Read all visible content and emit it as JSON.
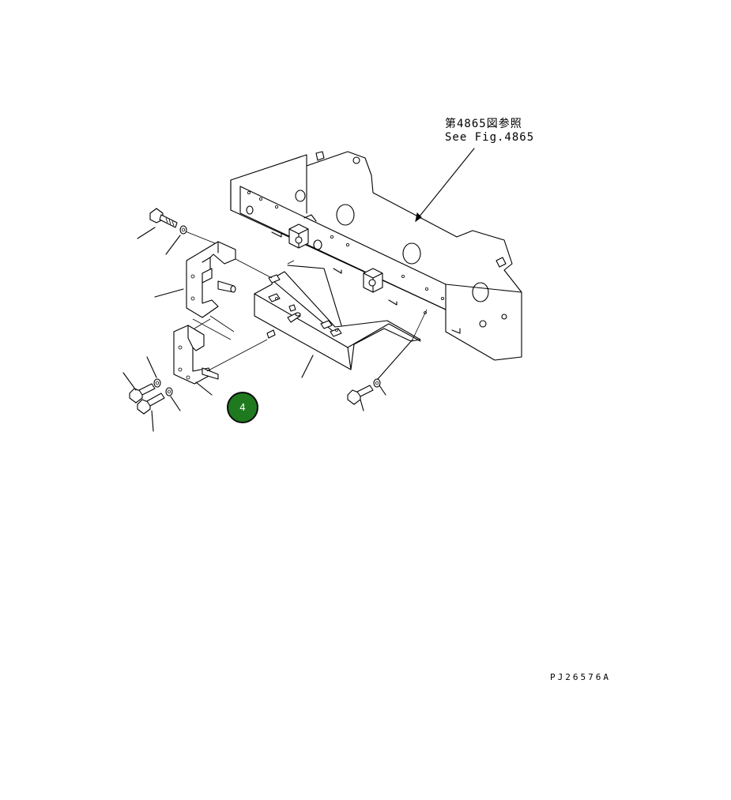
{
  "reference": {
    "japanese": "第4865図参照",
    "english": "See Fig.4865"
  },
  "callout": {
    "number": "4",
    "color": "#1f7a1f"
  },
  "drawing_code": "PJ26576A"
}
